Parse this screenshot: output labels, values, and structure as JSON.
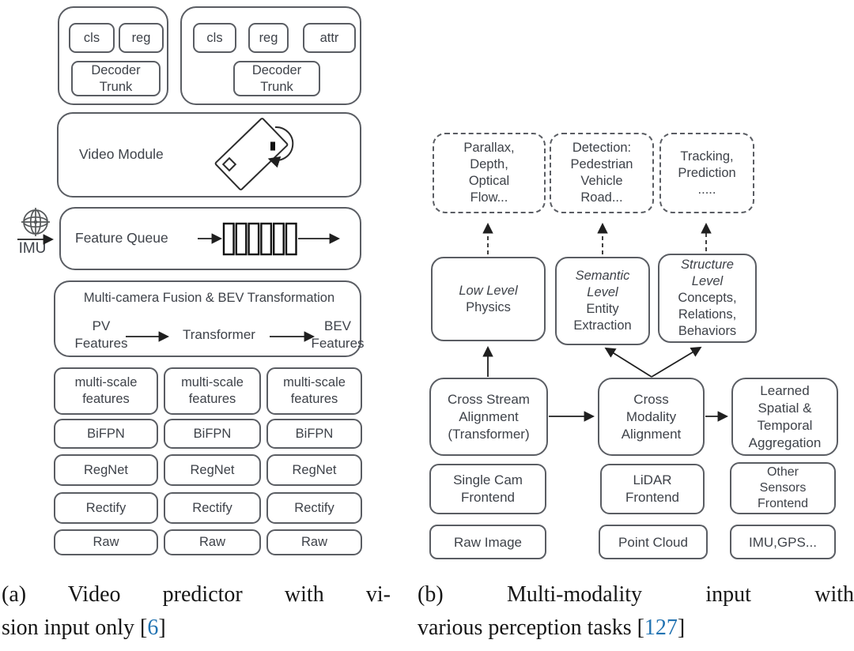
{
  "figure": {
    "colors": {
      "box_border": "#5a5d63",
      "box_text": "#3e4249",
      "arrow": "#1f1f1f",
      "citation_blue": "#2273b2"
    },
    "icons": [
      "imu-gyroscope-icon",
      "rotating-camera-icon",
      "feature-queue-buffer-icon",
      "rotation-arrow-icon"
    ],
    "panel_a": {
      "decoder_block_small": {
        "heads": [
          "cls",
          "reg"
        ],
        "trunk": [
          "Decoder",
          "Trunk"
        ]
      },
      "decoder_block_large": {
        "heads": [
          "cls",
          "reg",
          "attr"
        ],
        "trunk": [
          "Decoder",
          "Trunk"
        ]
      },
      "video_module_label": "Video Module",
      "feature_queue_label": "Feature Queue",
      "imu_label": "IMU",
      "multicam": {
        "title": "Multi-camera Fusion & BEV Transformation",
        "pv": [
          "PV",
          "Features"
        ],
        "transformer": "Transformer",
        "bev": [
          "BEV",
          "Features"
        ]
      },
      "stack_rows": [
        [
          "multi-scale",
          "features"
        ],
        [
          "BiFPN"
        ],
        [
          "RegNet"
        ],
        [
          "Rectify"
        ],
        [
          "Raw"
        ]
      ],
      "caption": {
        "line1": "(a) Video predictor with vi-",
        "line2_prefix": "sion input only [",
        "citation": "6",
        "line2_suffix": "]"
      }
    },
    "panel_b": {
      "tasks": [
        {
          "lines": [
            "Parallax,",
            "Depth,",
            "Optical",
            "Flow..."
          ]
        },
        {
          "lines": [
            "Detection:",
            "Pedestrian",
            "Vehicle",
            "Road..."
          ]
        },
        {
          "lines": [
            "Tracking,",
            "Prediction",
            "....."
          ]
        }
      ],
      "levels": [
        {
          "italic": [
            "Low Level"
          ],
          "regular": [
            "Physics"
          ]
        },
        {
          "italic": [
            "Semantic",
            "Level"
          ],
          "regular": [
            "Entity",
            "Extraction"
          ]
        },
        {
          "italic": [
            "Structure",
            "Level"
          ],
          "regular": [
            "Concepts,",
            "Relations,",
            "Behaviors"
          ]
        }
      ],
      "alignment": [
        {
          "lines": [
            "Cross Stream",
            "Alignment",
            "(Transformer)"
          ]
        },
        {
          "lines": [
            "Cross",
            "Modality",
            "Alignment"
          ]
        },
        {
          "lines": [
            "Learned",
            "Spatial &",
            "Temporal",
            "Aggregation"
          ]
        }
      ],
      "frontends": [
        {
          "lines": [
            "Single Cam",
            "Frontend"
          ]
        },
        {
          "lines": [
            "LiDAR",
            "Frontend"
          ]
        },
        {
          "lines": [
            "Other",
            "Sensors",
            "Frontend"
          ]
        }
      ],
      "raw_inputs": [
        {
          "lines": [
            "Raw Image"
          ]
        },
        {
          "lines": [
            "Point Cloud"
          ]
        },
        {
          "lines": [
            "IMU,GPS..."
          ]
        }
      ],
      "caption": {
        "line1": "(b) Multi-modality input with",
        "line2_prefix": "various perception tasks [",
        "citation": "127",
        "line2_suffix": "]"
      }
    }
  }
}
